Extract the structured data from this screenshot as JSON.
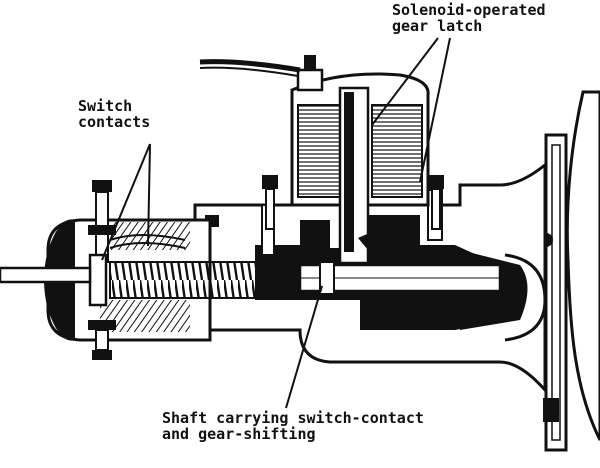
{
  "labels": {
    "solenoid": [
      "Solenoid-operated",
      "gear latch"
    ],
    "switch": [
      "Switch",
      "contacts"
    ],
    "shaft": [
      "Shaft carrying switch-contact",
      "and gear-shifting"
    ]
  },
  "colors": {
    "ink": "#111111",
    "paper": "#ffffff"
  }
}
